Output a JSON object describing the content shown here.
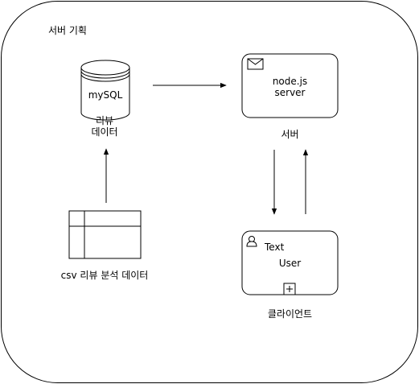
{
  "container": {
    "title": "서버 기획"
  },
  "database": {
    "name": "mySQL",
    "label_line1": "리뷰",
    "label_line2": "데이터"
  },
  "server_box": {
    "line1": "node.js",
    "line2": "server",
    "caption": "서버"
  },
  "client_box": {
    "text": "Text",
    "name": "User",
    "caption": "클라이언트"
  },
  "csv_table": {
    "caption": "csv 리뷰 분석 데이터"
  },
  "icons": {
    "server_box": "envelope-icon",
    "client_box": "user-icon",
    "client_marker": "plus-icon",
    "database": "cylinder-database-icon"
  }
}
